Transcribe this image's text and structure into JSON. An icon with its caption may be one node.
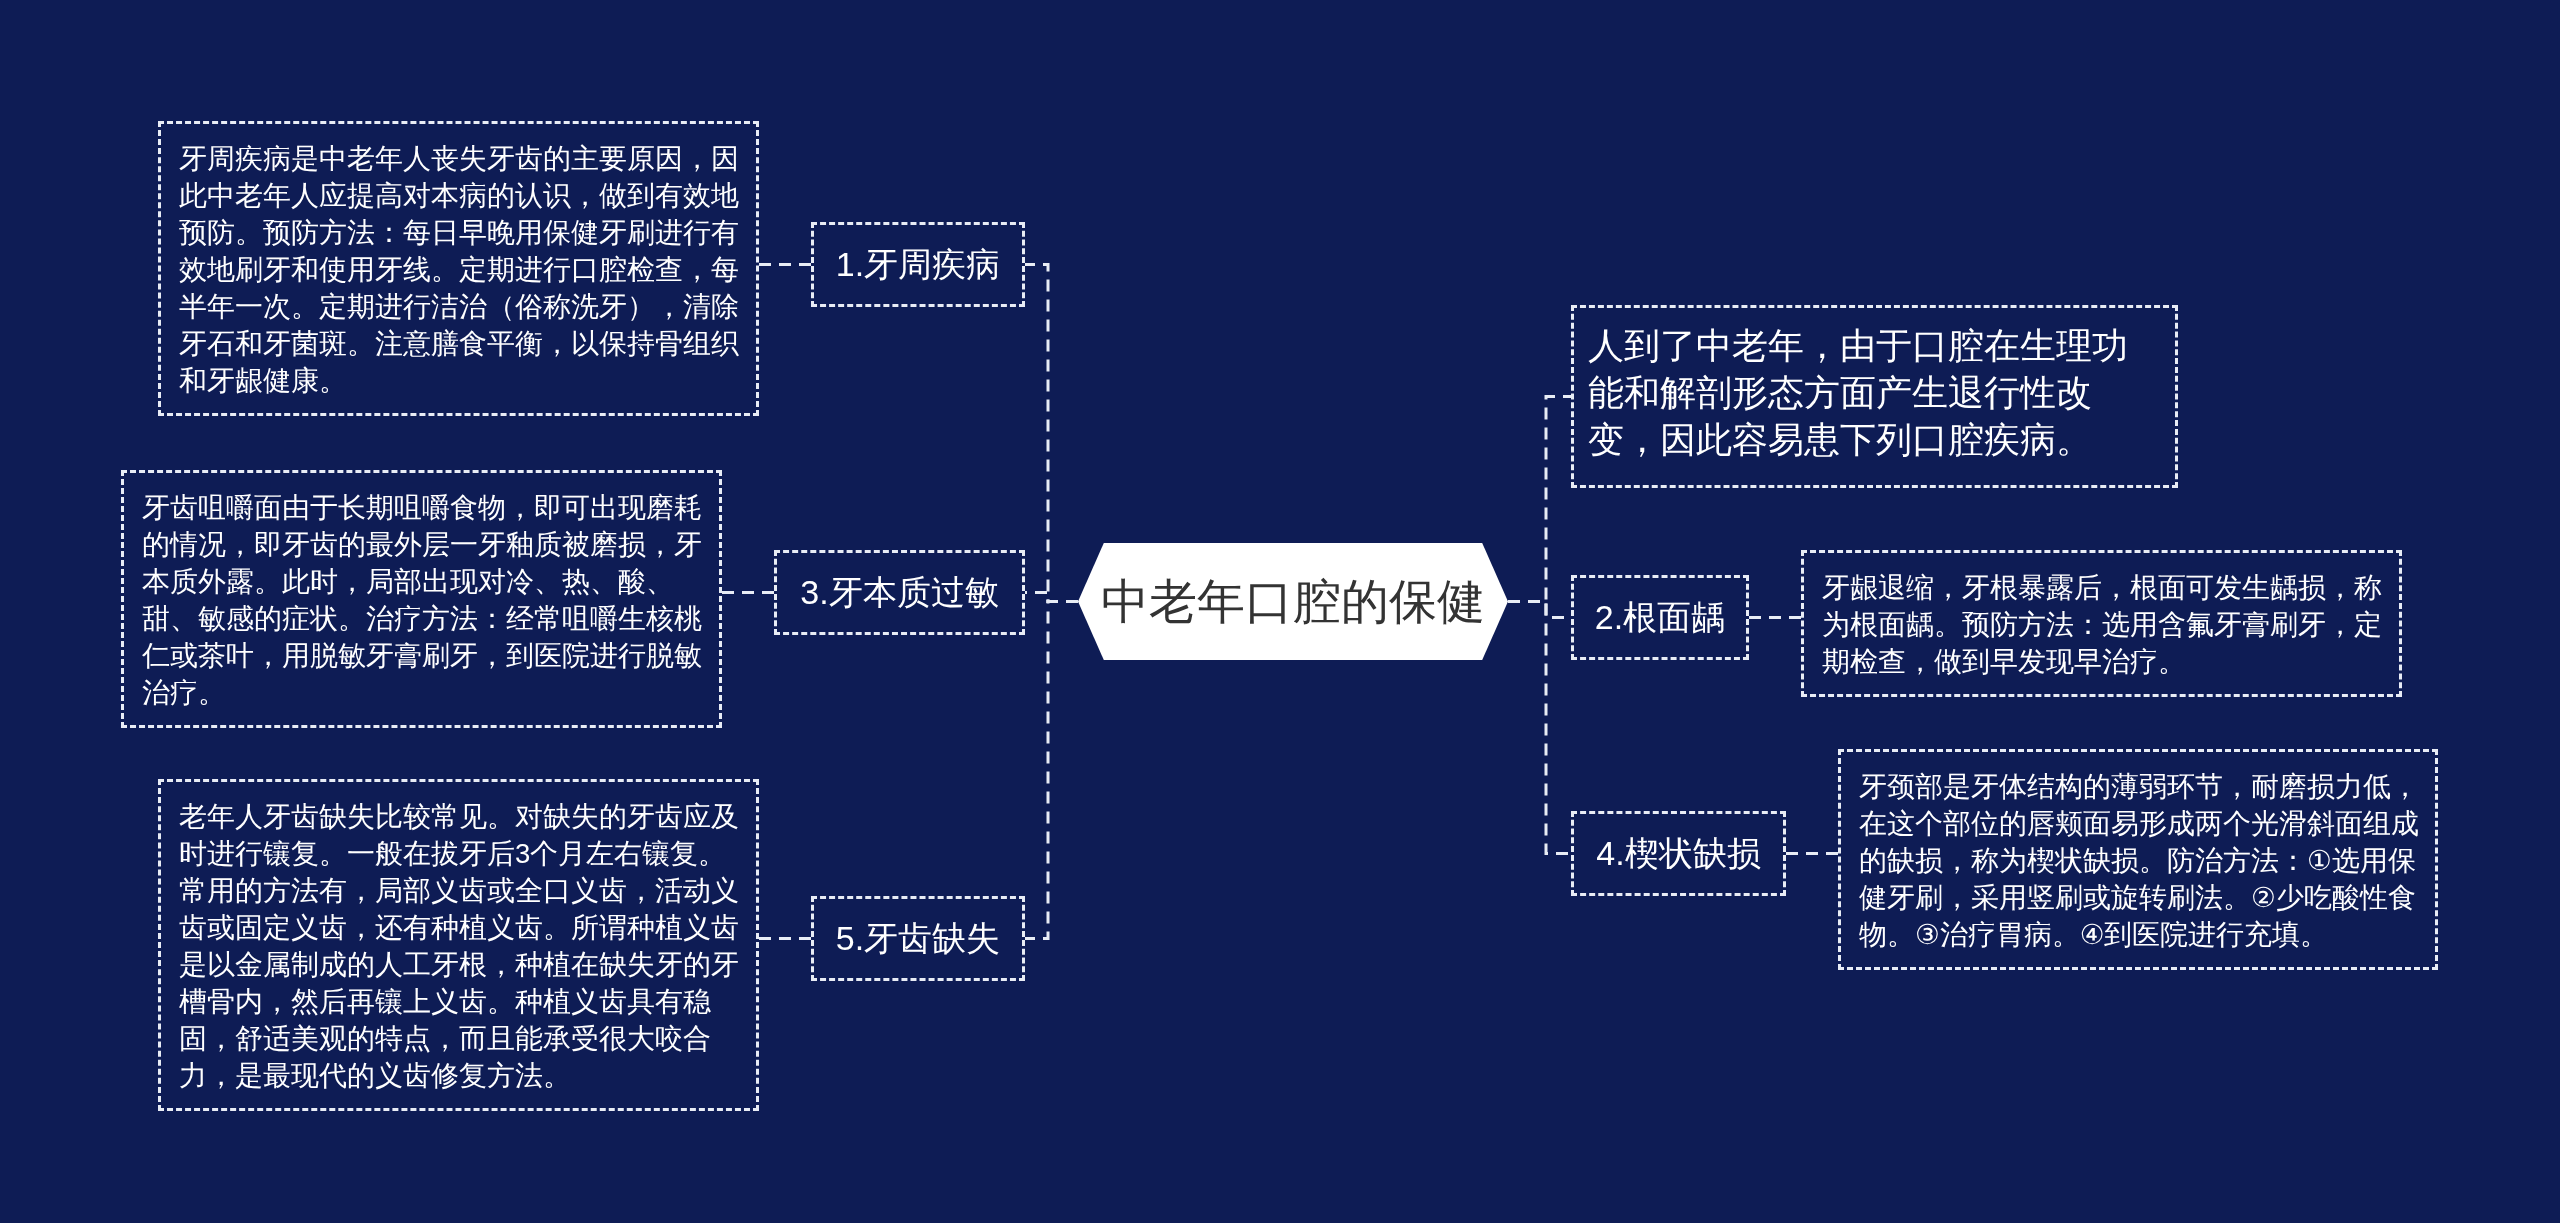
{
  "diagram": {
    "nodes": [
      {
        "text": [
          "中老年口腔的保健"
        ]
      },
      {
        "text": [
          "1.牙周疾病"
        ]
      },
      {
        "text": [
          "牙周疾病是中老年人丧失牙齿的主要原因，因此中老年人应提高对本病的认识，做到有效地预防。预防方法：每日早晚用保健牙刷进行有效地刷牙和使用牙线。定期进行口腔检查，每半年一次。定期进行洁治（俗称洗牙），清除牙石和牙菌斑。注意膳食平衡，以保持骨组织和牙龈健康。"
        ]
      },
      {
        "text": [
          "3.牙本质过敏"
        ]
      },
      {
        "text": [
          "牙齿咀嚼面由于长期咀嚼食物，即可出现磨耗的情况，即牙齿的最外层一牙釉质被磨损，牙本质外露。此时，局部出现对冷、热、酸、甜、敏感的症状。治疗方法：经常咀嚼生核桃仁或茶叶，用脱敏牙膏刷牙，到医院进行脱敏治疗。"
        ]
      },
      {
        "text": [
          "5.牙齿缺失"
        ]
      },
      {
        "text": [
          "老年人牙齿缺失比较常见。对缺失的牙齿应及时进行镶复。一般在拔牙后3个月左右镶复。常用的方法有，局部义齿或全口义齿，活动义齿或固定义齿，还有种植义齿。所谓种植义齿是以金属制成的人工牙根，种植在缺失牙的牙槽骨内，然后再镶上义齿。种植义齿具有稳固，舒适美观的特点，而且能承受很大咬合力，是最现代的义齿修复方法。"
        ]
      },
      {
        "text": [
          "人到了中老年，由于口腔在生理功能和解剖形态方面产生退行性改变，因此容易患下列口腔疾病。"
        ]
      },
      {
        "text": [
          "2.根面龋"
        ]
      },
      {
        "text": [
          "牙龈退缩，牙根暴露后，根面可发生龋损，称为根面龋。预防方法：选用含氟牙膏刷牙，定期检查，做到早发现早治疗。"
        ]
      },
      {
        "text": [
          "4.楔状缺损"
        ]
      },
      {
        "text": [
          "牙颈部是牙体结构的薄弱环节，耐磨损力低，在这个部位的唇颊面易形成两个光滑斜面组成的缺损，称为楔状缺损。防治方法：①选用保健牙刷，采用竖刷或旋转刷法。②少吃酸性食物。③治疗胃病。④到医院进行充填。"
        ]
      }
    ],
    "edges": [
      {
        "from": 0,
        "to": 1,
        "arrow": "none",
        "style": "dashed"
      },
      {
        "from": 1,
        "to": 2,
        "arrow": "none",
        "style": "dashed"
      },
      {
        "from": 0,
        "to": 3,
        "arrow": "none",
        "style": "dashed"
      },
      {
        "from": 3,
        "to": 4,
        "arrow": "none",
        "style": "dashed"
      },
      {
        "from": 0,
        "to": 5,
        "arrow": "none",
        "style": "dashed"
      },
      {
        "from": 5,
        "to": 6,
        "arrow": "none",
        "style": "dashed"
      },
      {
        "from": 0,
        "to": 7,
        "arrow": "none",
        "style": "dashed"
      },
      {
        "from": 0,
        "to": 8,
        "arrow": "none",
        "style": "dashed"
      },
      {
        "from": 8,
        "to": 9,
        "arrow": "none",
        "style": "dashed"
      },
      {
        "from": 0,
        "to": 10,
        "arrow": "none",
        "style": "dashed"
      },
      {
        "from": 10,
        "to": 11,
        "arrow": "none",
        "style": "dashed"
      }
    ]
  }
}
